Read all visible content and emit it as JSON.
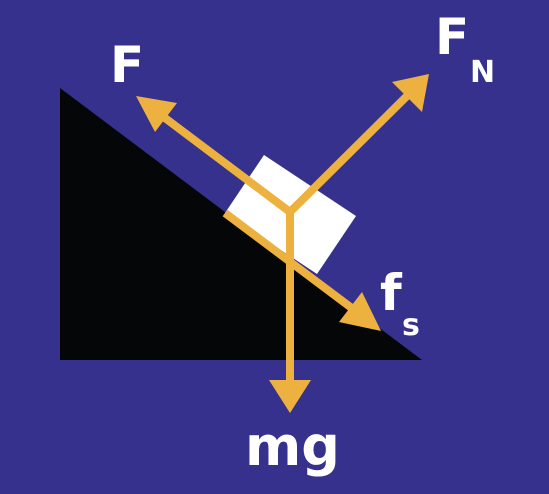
{
  "colors": {
    "background": "#35318c",
    "incline": "#050608",
    "block": "#ffffff",
    "arrow": "#edb140",
    "label": "#ffffff"
  },
  "labels": {
    "applied_force": "F",
    "normal_force_main": "F",
    "normal_force_sub": "N",
    "static_friction_main": "f",
    "static_friction_sub": "s",
    "weight": "mg"
  }
}
